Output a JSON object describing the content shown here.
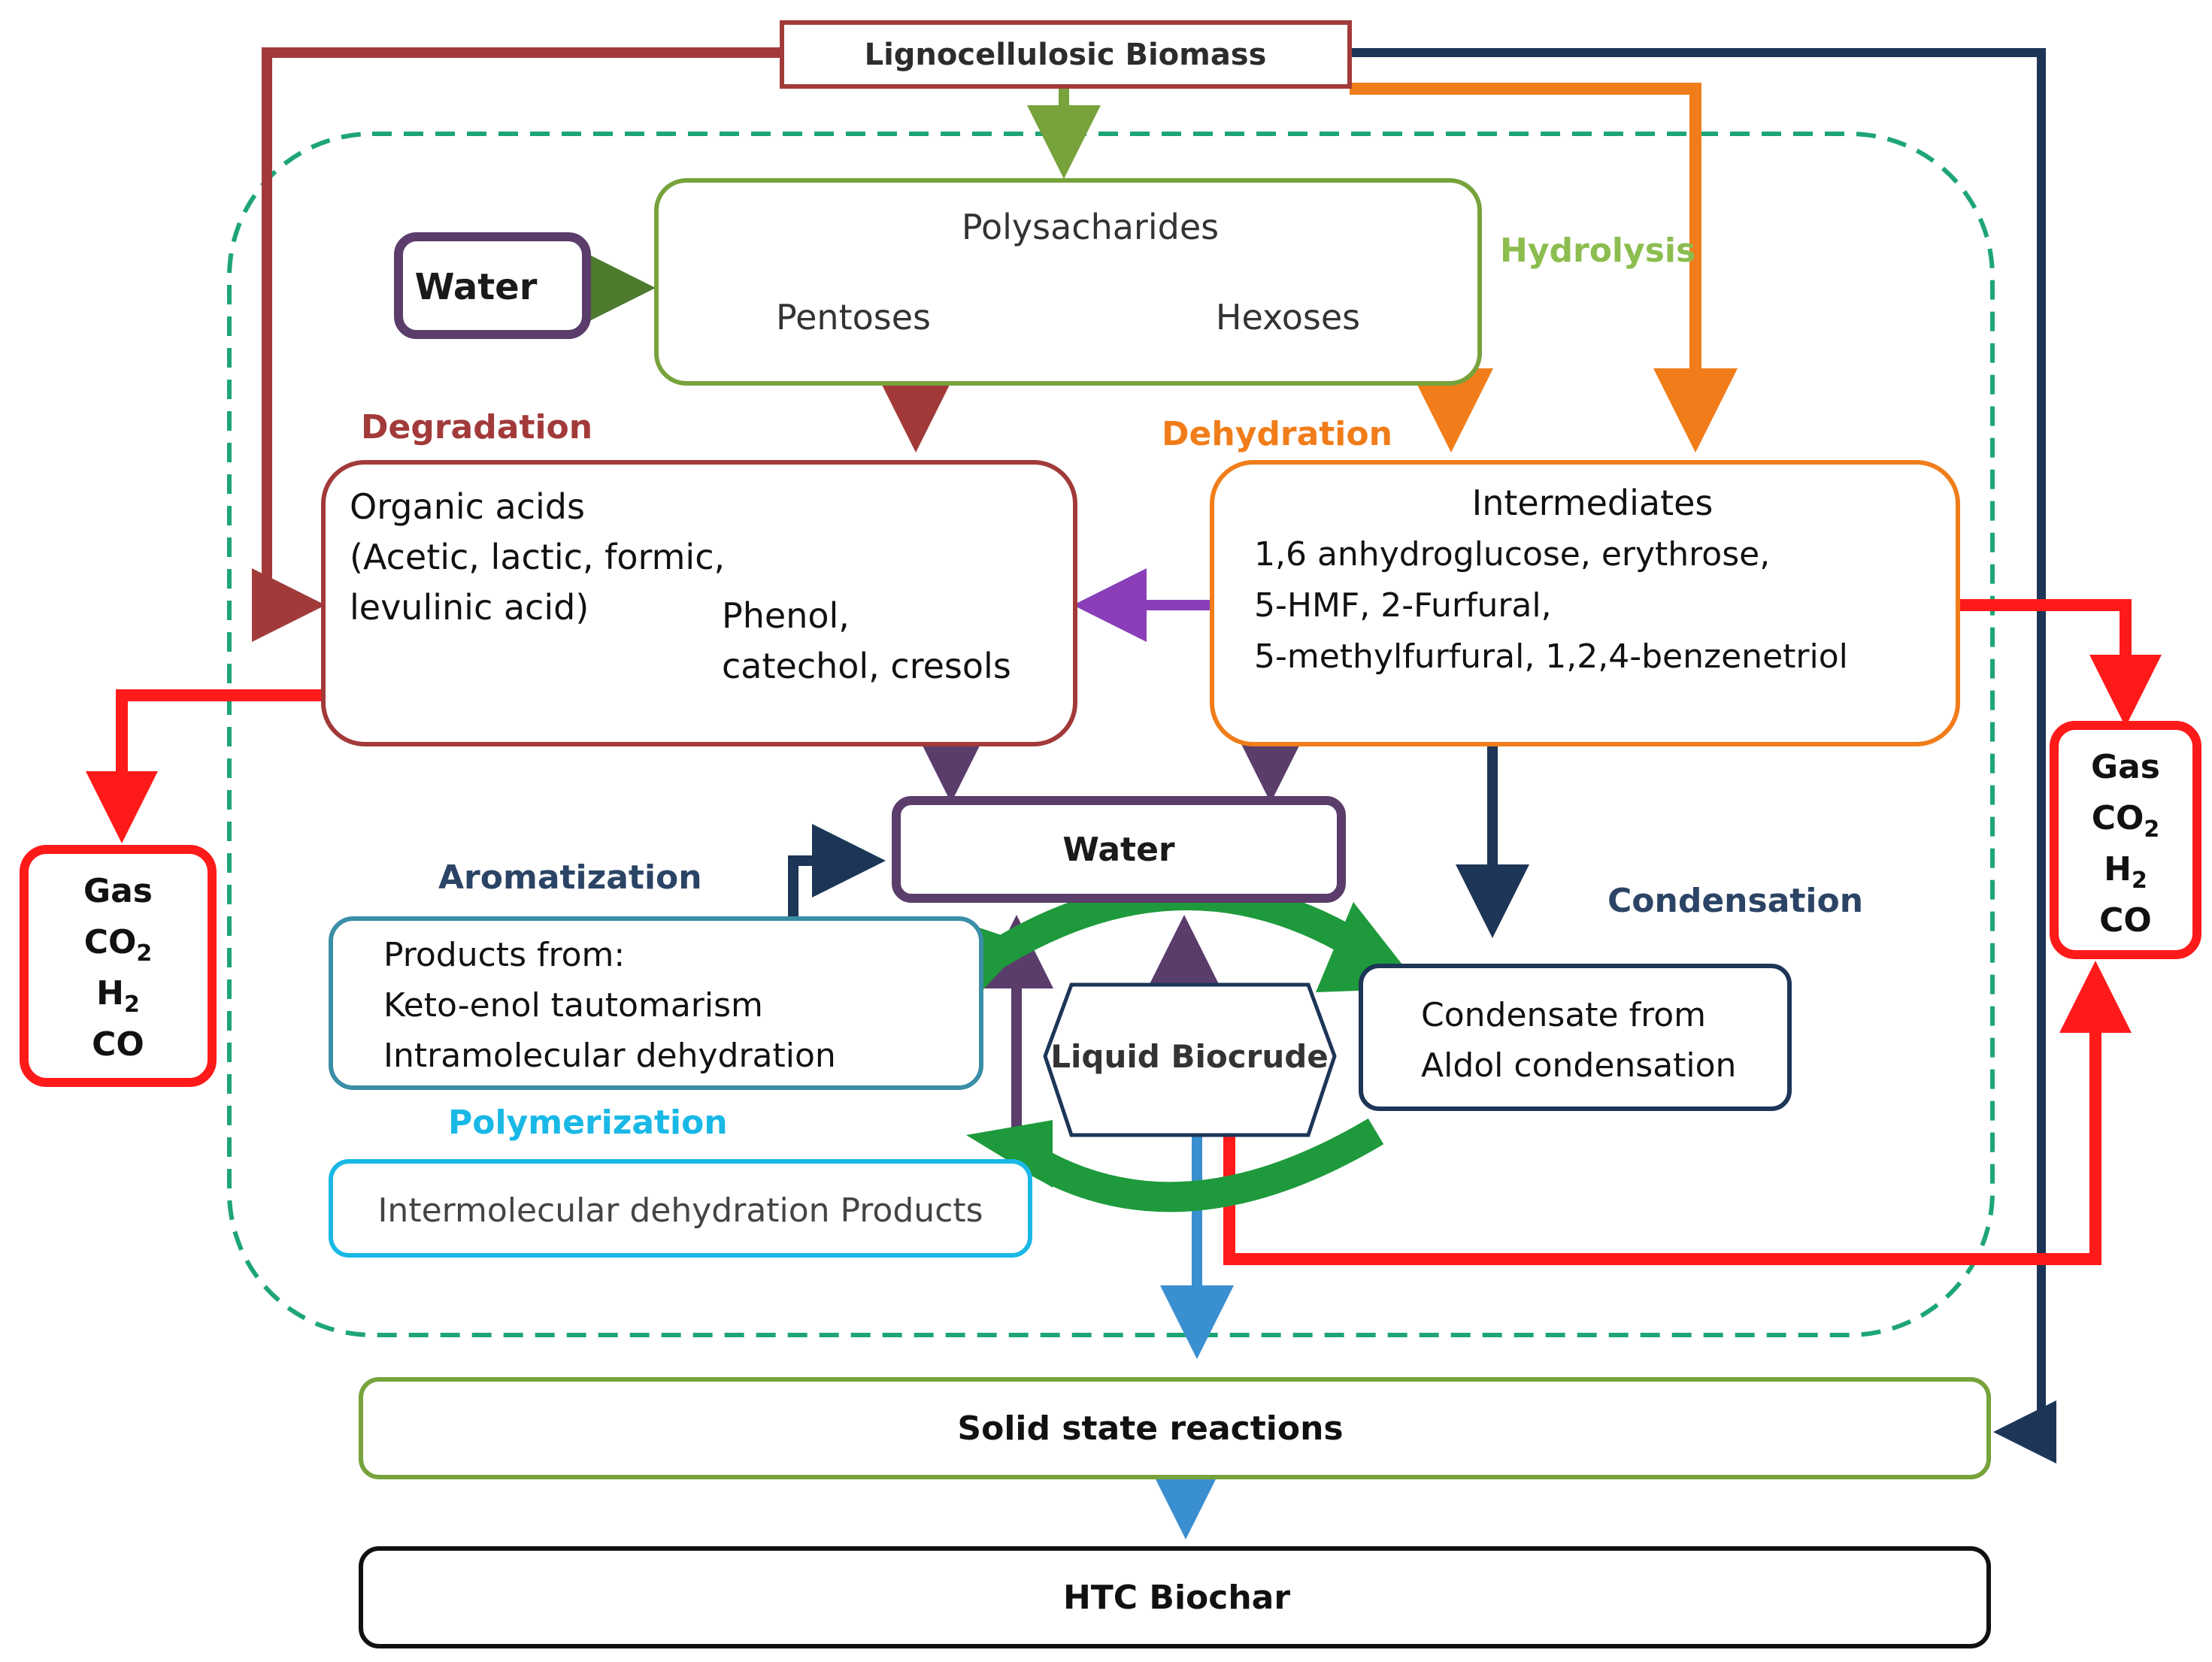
{
  "colors": {
    "degradation": "#a23a3a",
    "dehydration": "#f07d1a",
    "hydrolysis": "#77a23c",
    "water_purple": "#5a3d6b",
    "navy": "#1d3557",
    "gas_red": "#ff1a1a",
    "purple_arrow": "#8a3fb8",
    "teal_box": "#3a8ea5",
    "cyan": "#19b8e6",
    "blue_arrow": "#3a8fd1",
    "cycle_green": "#1e9a3c",
    "dash_green": "#1ea576"
  },
  "nodes": {
    "biomass": "Lignocellulosic Biomass",
    "water_input": "Water",
    "polysaccharides": "Polysacharides",
    "pentoses": "Pentoses",
    "hexoses": "Hexoses",
    "organic_acids": {
      "lines": [
        "Organic acids",
        "(Acetic, lactic, formic,",
        "levulinic acid)"
      ],
      "phenol_lines": [
        "Phenol,",
        "catechol, cresols"
      ]
    },
    "intermediates": {
      "title": "Intermediates",
      "lines": [
        "1,6 anhydroglucose, erythrose,",
        "5-HMF, 2-Furfural,",
        "5-methylfurfural, 1,2,4-benzenetriol"
      ]
    },
    "water_center": "Water",
    "aromatization_products": [
      "Products from:",
      "Keto-enol tautomarism",
      "Intramolecular dehydration"
    ],
    "polymerization_products": "Intermolecular dehydration Products",
    "liquid_biocrude": "Liquid Biocrude",
    "condensate": [
      "Condensate from",
      "Aldol condensation"
    ],
    "gas_left": [
      "Gas",
      "CO",
      "H",
      "CO"
    ],
    "gas_right": [
      "Gas",
      "CO",
      "H",
      "CO"
    ],
    "subscript_2": "2",
    "solid_state": "Solid state reactions",
    "htc_biochar": "HTC Biochar"
  },
  "process_labels": {
    "hydrolysis": "Hydrolysis",
    "degradation": "Degradation",
    "dehydration": "Dehydration",
    "aromatization": "Aromatization",
    "condensation": "Condensation",
    "polymerization": "Polymerization"
  }
}
